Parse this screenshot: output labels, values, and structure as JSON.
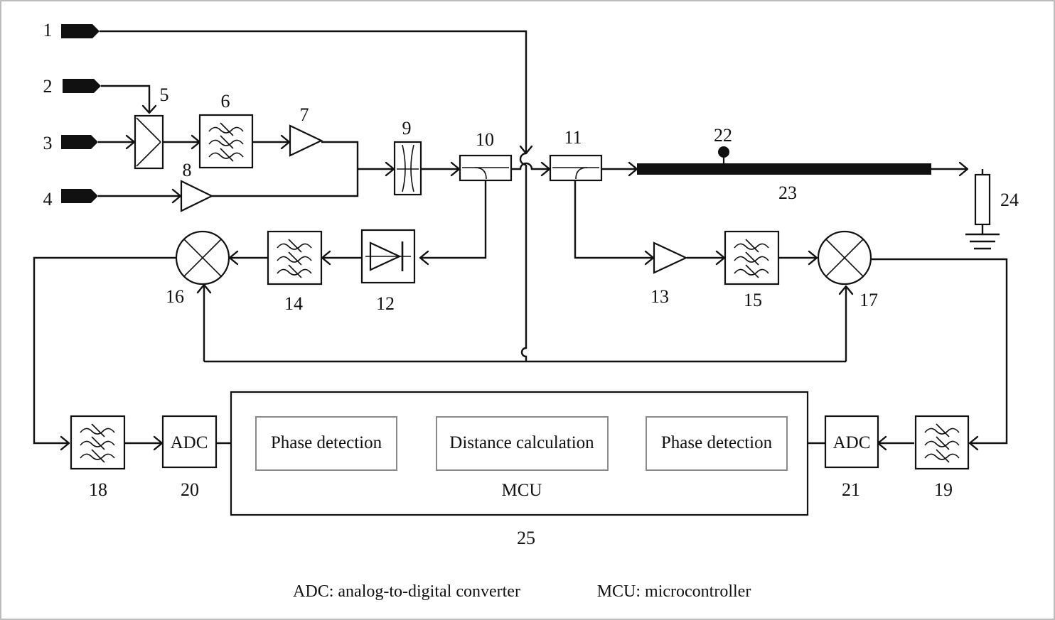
{
  "labels": {
    "n1": "1",
    "n2": "2",
    "n3": "3",
    "n4": "4",
    "n5": "5",
    "n6": "6",
    "n7": "7",
    "n8": "8",
    "n9": "9",
    "n10": "10",
    "n11": "11",
    "n12": "12",
    "n13": "13",
    "n14": "14",
    "n15": "15",
    "n16": "16",
    "n17": "17",
    "n18": "18",
    "n19": "19",
    "n20": "20",
    "n21": "21",
    "n22": "22",
    "n23": "23",
    "n24": "24",
    "n25": "25"
  },
  "blocks": {
    "adc_left": "ADC",
    "adc_right": "ADC",
    "phase_left": "Phase detection",
    "distance": "Distance calculation",
    "phase_right": "Phase detection",
    "mcu": "MCU"
  },
  "legend": {
    "adc": "ADC: analog-to-digital converter",
    "mcu": "MCU: microcontroller"
  }
}
